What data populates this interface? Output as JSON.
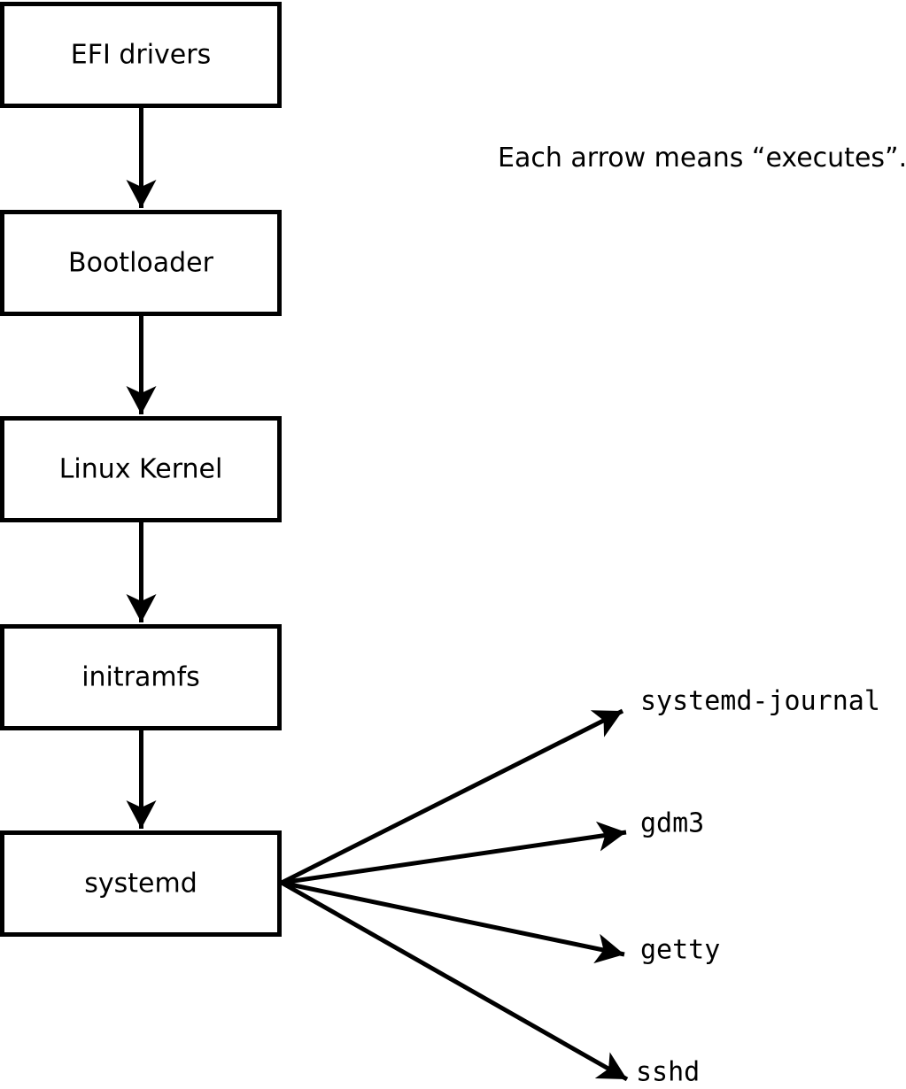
{
  "caption": {
    "text": "Each arrow means “executes”."
  },
  "arrow_meaning": "executes",
  "boxes": [
    {
      "label": "EFI drivers"
    },
    {
      "label": "Bootloader"
    },
    {
      "label": "Linux Kernel"
    },
    {
      "label": "initramfs"
    },
    {
      "label": "systemd"
    }
  ],
  "processes": [
    {
      "label": "systemd-journal"
    },
    {
      "label": "gdm3"
    },
    {
      "label": "getty"
    },
    {
      "label": "sshd"
    }
  ],
  "colors": {
    "line": "#000000",
    "box-fill": "#ffffff",
    "text": "#000000",
    "bg": "#ffffff"
  }
}
